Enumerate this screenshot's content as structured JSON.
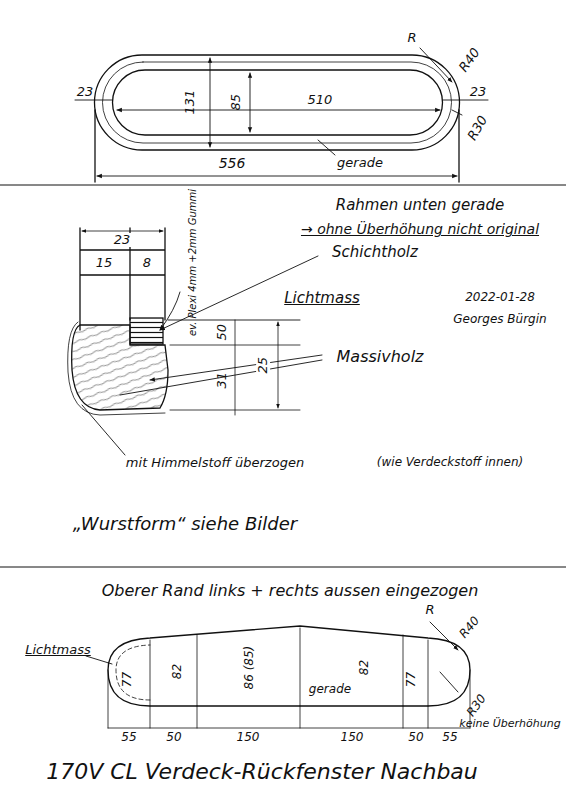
{
  "diagram": {
    "title": "170V CL Verdeck-Rückfenster Nachbau",
    "labels": [
      "23",
      "131",
      "85",
      "510",
      "23",
      "R",
      "R40",
      "R30",
      "556",
      "gerade",
      "Rahmen unten gerade",
      "→ ohne Überhöhung nicht original",
      "23",
      "15",
      "8",
      "ev. Plexi 4mm +2mm Gummi",
      "Schichtholz",
      "Lichtmass",
      "2022-01-28",
      "Georges Bürgin",
      "50",
      "31",
      "25",
      "Massivholz",
      "mit Himmelstoff überzogen",
      "(wie Verdeckstoff innen)",
      "„Wurstform“ siehe Bilder",
      "Oberer Rand links + rechts aussen eingezogen",
      "Lichtmass",
      "77",
      "82",
      "86 (85)",
      "gerade",
      "82",
      "77",
      "R",
      "R40",
      "R30",
      "keine Überhöhung",
      "55",
      "50",
      "150",
      "150",
      "50",
      "55"
    ]
  }
}
